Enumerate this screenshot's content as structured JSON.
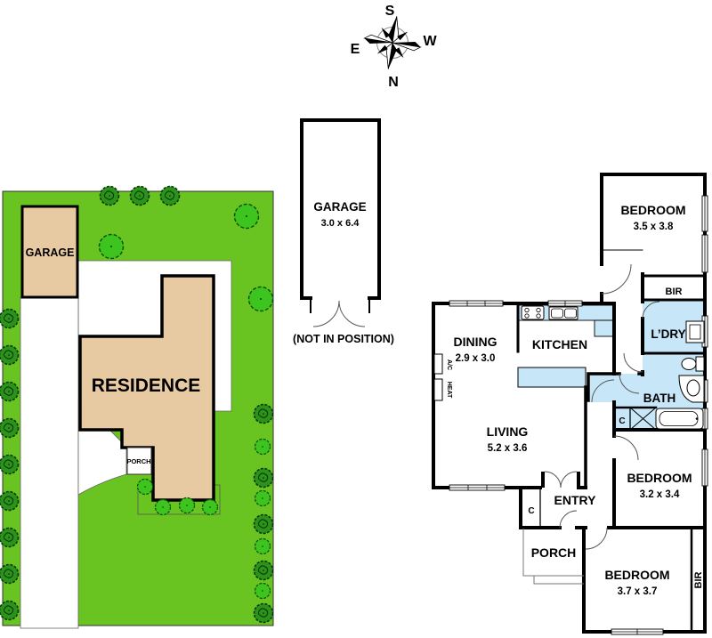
{
  "compass": {
    "north": "N",
    "south": "S",
    "east": "E",
    "west": "W"
  },
  "site_plan": {
    "garage_label": "GARAGE",
    "residence_label": "RESIDENCE",
    "porch_label": "PORCH"
  },
  "detached_garage": {
    "label": "GARAGE",
    "dimensions": "3.0 x 6.4",
    "note": "(NOT IN POSITION)"
  },
  "floor_plan": {
    "bedroom_top": {
      "label": "BEDROOM",
      "dimensions": "3.5 x 3.8"
    },
    "bir_top": {
      "label": "BIR"
    },
    "laundry": {
      "label": "L’DRY"
    },
    "kitchen": {
      "label": "KITCHEN"
    },
    "dining": {
      "label": "DINING",
      "dimensions": "2.9 x 3.0"
    },
    "aircon": {
      "label": "A/C"
    },
    "heater": {
      "label": "HEAT"
    },
    "bath": {
      "label": "BATH"
    },
    "living": {
      "label": "LIVING",
      "dimensions": "5.2 x 3.6"
    },
    "entry": {
      "label": "ENTRY"
    },
    "closet_entry": {
      "label": "C"
    },
    "closet_bath": {
      "label": "C"
    },
    "porch": {
      "label": "PORCH"
    },
    "bedroom_middle": {
      "label": "BEDROOM",
      "dimensions": "3.2 x 3.4"
    },
    "bedroom_bottom": {
      "label": "BEDROOM",
      "dimensions": "3.7 x 3.7"
    },
    "bir_side": {
      "label": "BIR"
    }
  },
  "colors": {
    "grass": "#69C421",
    "tree_dark": "#2D921C",
    "tree_light": "#3EC41E",
    "building": "#E7C9A2",
    "wet": "#C7E7F8",
    "wall": "#000000"
  }
}
